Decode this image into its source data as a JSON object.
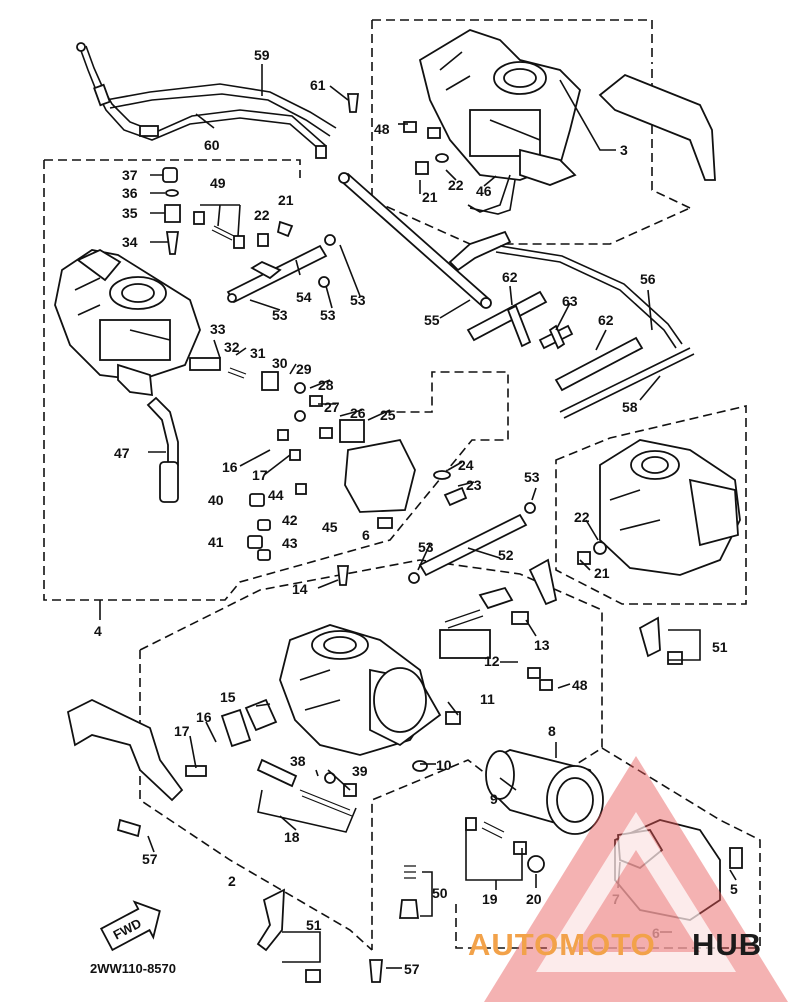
{
  "diagram": {
    "code": "2WW110-8570",
    "fwd": "FWD",
    "part_labels": {
      "p2": "2",
      "p3": "3",
      "p4": "4",
      "p5": "5",
      "p6a": "6",
      "p6b": "6",
      "p7": "7",
      "p8": "8",
      "p9": "9",
      "p10": "10",
      "p11": "11",
      "p12": "12",
      "p13": "13",
      "p14": "14",
      "p15": "15",
      "p16a": "16",
      "p16b": "16",
      "p17a": "17",
      "p17b": "17",
      "p18": "18",
      "p19": "19",
      "p20": "20",
      "p21a": "21",
      "p21b": "21",
      "p21c": "21",
      "p22a": "22",
      "p22b": "22",
      "p22c": "22",
      "p23": "23",
      "p24": "24",
      "p25": "25",
      "p26": "26",
      "p27": "27",
      "p28": "28",
      "p29": "29",
      "p30": "30",
      "p31": "31",
      "p32": "32",
      "p33": "33",
      "p34": "34",
      "p35": "35",
      "p36": "36",
      "p37": "37",
      "p38": "38",
      "p39": "39",
      "p40": "40",
      "p41": "41",
      "p42": "42",
      "p43": "43",
      "p44": "44",
      "p45": "45",
      "p46": "46",
      "p47": "47",
      "p48a": "48",
      "p48b": "48",
      "p49": "49",
      "p50": "50",
      "p51a": "51",
      "p51b": "51",
      "p52": "52",
      "p53a": "53",
      "p53b": "53",
      "p53c": "53",
      "p53d": "53",
      "p53e": "53",
      "p54": "54",
      "p55": "55",
      "p56": "56",
      "p57a": "57",
      "p57b": "57",
      "p58": "58",
      "p59": "59",
      "p60": "60",
      "p61": "61",
      "p62a": "62",
      "p62b": "62",
      "p63": "63"
    }
  },
  "watermark": {
    "text_color": "AUTOMOTO",
    "text_dark": "HUB",
    "colors": {
      "triangle": "#e85a5a",
      "text_color": "#f2a24a",
      "text_dark": "#1a1a1a"
    }
  }
}
